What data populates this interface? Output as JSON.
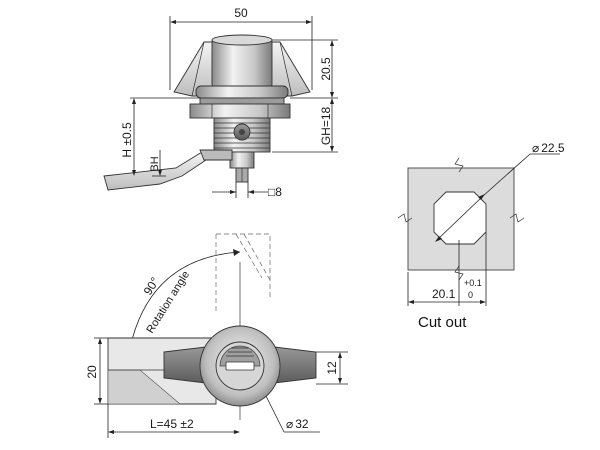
{
  "top_view": {
    "width_label": "50",
    "height_label": "20.5",
    "gh_label": "GH=18",
    "h_label": "H ±0.5",
    "bh_label": "BH",
    "square_label": "8"
  },
  "cutout": {
    "diameter_label": "22.5",
    "width_label": "20.1",
    "tol_plus": "+0.1",
    "tol_minus": "0",
    "caption": "Cut out"
  },
  "front_view": {
    "angle_label": "90°",
    "rotation_label": "Rotation angle",
    "height_label": "20",
    "width_label": "12",
    "length_label": "L=45 ±2",
    "diameter_label": "32"
  },
  "symbols": {
    "diameter": "⌀",
    "square": "□"
  },
  "colors": {
    "metal_light": "#e6e6e6",
    "metal_mid": "#b5b5b5",
    "metal_dark": "#6f6f6f",
    "cutout_fill": "#dcdcdc"
  }
}
